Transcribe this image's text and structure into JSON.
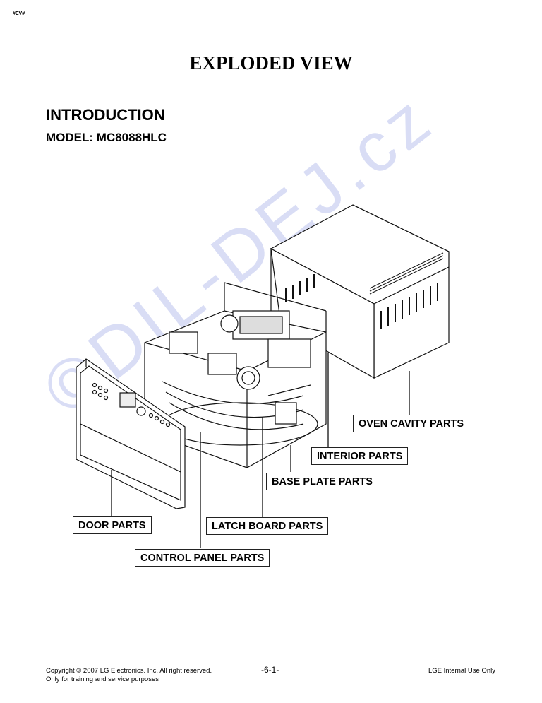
{
  "tag": "#EV#",
  "doc_title": "EXPLODED VIEW",
  "section_title": "INTRODUCTION",
  "model_line": "MODEL: MC8088HLC",
  "watermark": "©DIL-DEJ.cz",
  "labels": {
    "oven_cavity": "OVEN CAVITY PARTS",
    "interior": "INTERIOR PARTS",
    "base_plate": "BASE PLATE PARTS",
    "door": "DOOR PARTS",
    "latch_board": "LATCH BOARD PARTS",
    "control_panel": "CONTROL PANEL PARTS"
  },
  "footer": {
    "copyright": "Copyright © 2007 LG Electronics. Inc. All right reserved.",
    "training": "Only for training and service purposes",
    "page": "-6-1-",
    "internal": "LGE Internal Use Only"
  }
}
